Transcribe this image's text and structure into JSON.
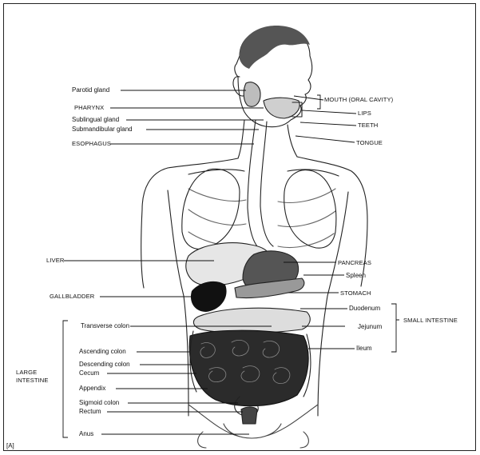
{
  "left_labels": [
    {
      "key": "parotid",
      "text": "Parotid gland"
    },
    {
      "key": "pharynx",
      "text": "PHARYNX"
    },
    {
      "key": "sublingual",
      "text": "Sublingual gland"
    },
    {
      "key": "submandibular",
      "text": "Submandibular gland"
    },
    {
      "key": "esophagus",
      "text": "ESOPHAGUS"
    },
    {
      "key": "liver",
      "text": "LIVER"
    },
    {
      "key": "gallbladder",
      "text": "GALLBLADDER"
    },
    {
      "key": "transverse",
      "text": "Transverse colon"
    },
    {
      "key": "ascending",
      "text": "Ascending colon"
    },
    {
      "key": "descending",
      "text": "Descending colon"
    },
    {
      "key": "cecum",
      "text": "Cecum"
    },
    {
      "key": "appendix",
      "text": "Appendix"
    },
    {
      "key": "sigmoid",
      "text": "Sigmoid colon"
    },
    {
      "key": "rectum",
      "text": "Rectum"
    },
    {
      "key": "anus",
      "text": "Anus"
    }
  ],
  "right_labels": [
    {
      "key": "mouth",
      "text": "MOUTH (ORAL CAVITY)"
    },
    {
      "key": "lips",
      "text": "LIPS"
    },
    {
      "key": "teeth",
      "text": "TEETH"
    },
    {
      "key": "tongue",
      "text": "TONGUE"
    },
    {
      "key": "pancreas",
      "text": "PANCREAS"
    },
    {
      "key": "spleen",
      "text": "Spleen"
    },
    {
      "key": "stomach",
      "text": "STOMACH"
    },
    {
      "key": "duodenum",
      "text": "Duodenum"
    },
    {
      "key": "jejunum",
      "text": "Jejunum"
    },
    {
      "key": "ileum",
      "text": "Ileum"
    }
  ],
  "groups": {
    "large_intestine_line1": "LARGE",
    "large_intestine_line2": "INTESTINE",
    "small_intestine": "SMALL INTESTINE"
  },
  "panel_label": "[A]"
}
